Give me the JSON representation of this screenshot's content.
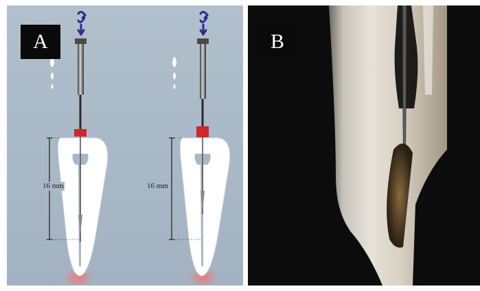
{
  "panels": [
    {
      "label": "A",
      "instruments": [
        {
          "depth_label": "16 mm"
        },
        {
          "depth_label": "16 mm"
        }
      ]
    },
    {
      "label": "B"
    }
  ],
  "colors": {
    "panel_a_background": "#a9b8c6",
    "tooth": "#ffffff",
    "stopper": "#cc2a2a",
    "rotation_arrow": "#2e2a8c",
    "apex_glow": "#f07878",
    "panel_b_background": "#0c0c0c"
  }
}
